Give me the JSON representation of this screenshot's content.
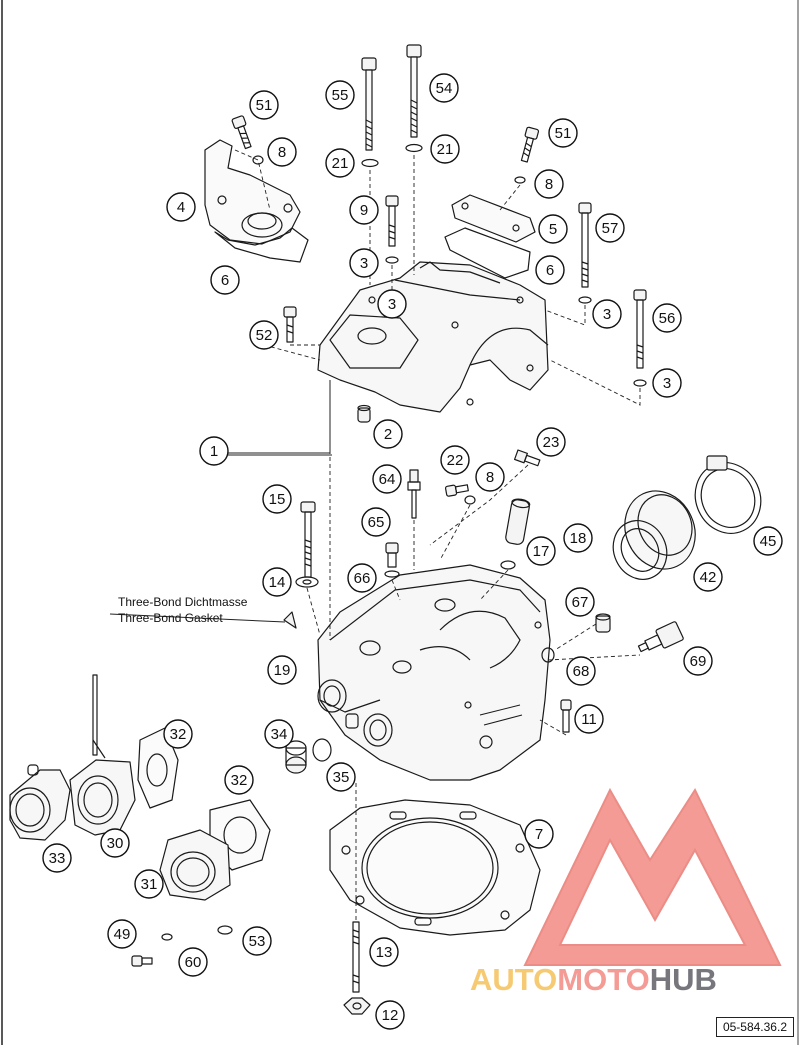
{
  "diagram": {
    "callouts": [
      "1",
      "2",
      "3",
      "3",
      "3",
      "3",
      "4",
      "5",
      "6",
      "6",
      "7",
      "8",
      "8",
      "8",
      "9",
      "11",
      "12",
      "13",
      "14",
      "15",
      "17",
      "18",
      "19",
      "21",
      "21",
      "22",
      "23",
      "30",
      "31",
      "32",
      "32",
      "33",
      "34",
      "35",
      "42",
      "45",
      "49",
      "51",
      "51",
      "52",
      "53",
      "54",
      "55",
      "56",
      "57",
      "60",
      "64",
      "65",
      "66",
      "67",
      "68",
      "69"
    ],
    "sealant_note": [
      "Three-Bond Dichtmasse",
      "Three-Bond Gasket"
    ],
    "drawing_code": "05-584.36.2"
  },
  "watermark": {
    "part1": "AUTO",
    "part2": "MOTO",
    "part3": "HUB",
    "colors": {
      "triangle": "#f28a82",
      "auto": "#f5c15a",
      "moto": "#f28a82",
      "hub": "#5f5f66"
    }
  }
}
